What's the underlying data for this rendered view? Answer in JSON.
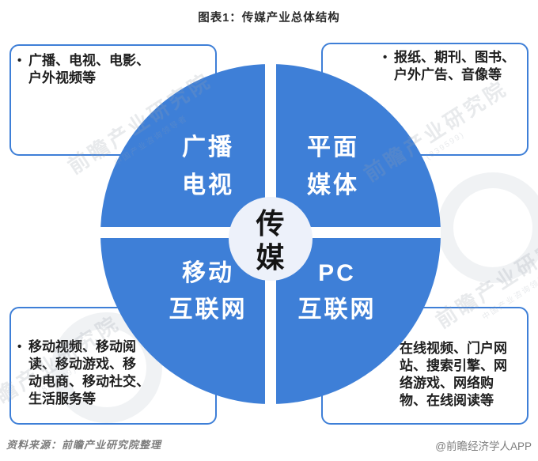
{
  "title": "图表1：传媒产业总体结构",
  "colors": {
    "brand_blue": "#3e7fd7",
    "hub_fill": "#edf1fa",
    "quadrant_label": "#ffffff",
    "text_dark": "#1e1e1e",
    "muted_gray": "#7d7d7d"
  },
  "wheel": {
    "center": {
      "lines": [
        "传",
        "媒"
      ]
    },
    "quadrants": {
      "top_left": {
        "lines": [
          "广播",
          "电视"
        ]
      },
      "top_right": {
        "lines": [
          "平面",
          "媒体"
        ]
      },
      "bottom_left": {
        "lines": [
          "移动",
          "互联网"
        ]
      },
      "bottom_right": {
        "lines": [
          "PC",
          "互联网"
        ]
      }
    }
  },
  "callouts": {
    "top_left": {
      "bullet": "•",
      "lines": [
        "广播、电视、电影、",
        "户外视频等"
      ]
    },
    "top_right": {
      "bullet": "•",
      "lines": [
        "报纸、期刊、图书、",
        "户外广告、音像等"
      ]
    },
    "bottom_left": {
      "bullet": "•",
      "lines": [
        "移动视频、移动阅",
        "读、移动游戏、移",
        "动电商、移动社交、",
        "生活服务等"
      ]
    },
    "bottom_right": {
      "bullet": "",
      "lines": [
        "在线视频、门户网",
        "站、搜索引擎、网",
        "络游戏、网络购",
        "物、在线阅读等"
      ]
    }
  },
  "watermark": {
    "main": "前瞻产业研究院",
    "sub": "中国产业咨询领导者",
    "code": "(839599)"
  },
  "footer": {
    "source": "资料来源：前瞻产业研究院整理",
    "credit": "@前瞻经济学人APP"
  }
}
